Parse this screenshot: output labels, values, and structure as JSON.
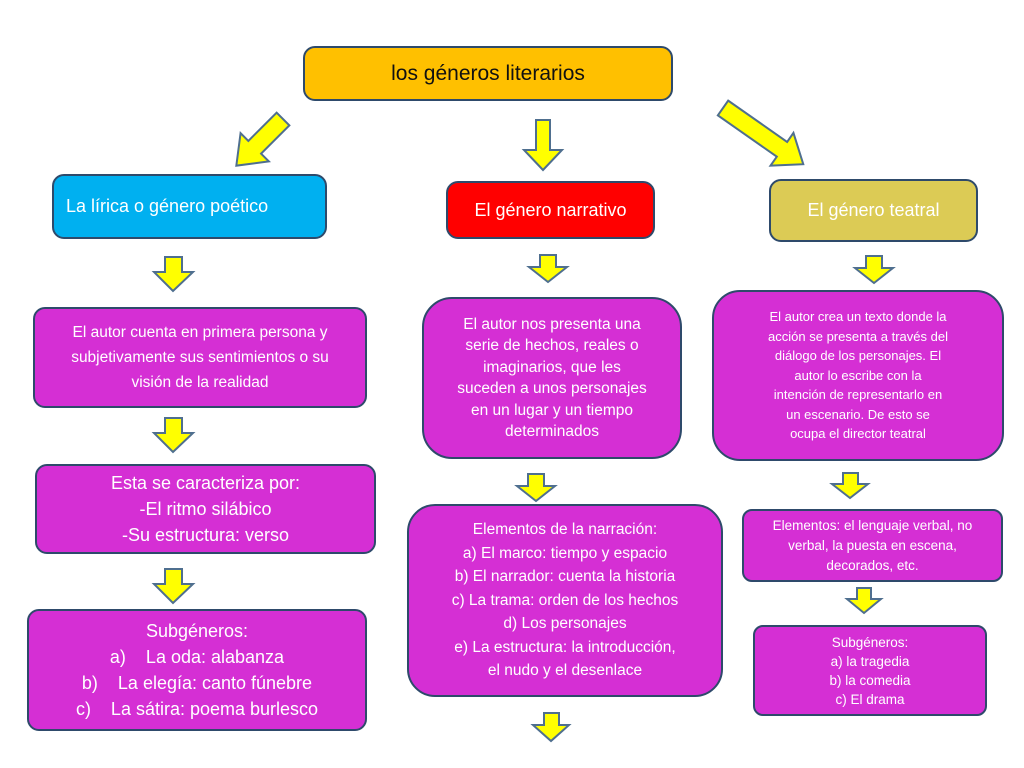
{
  "title": "los géneros literarios",
  "colors": {
    "title_bg": "#ffc000",
    "lyric_bg": "#00b0f0",
    "narrative_bg": "#ff0000",
    "theater_bg": "#dccb55",
    "content_bg": "#d52fd4",
    "arrow_fill": "#ffff00"
  },
  "columns": {
    "lyric": {
      "header": "La lírica o género poético",
      "definition": [
        "El autor cuenta en primera persona y",
        "subjetivamente sus sentimientos o su",
        "visión de la realidad"
      ],
      "features": [
        "Esta se caracteriza por:",
        "-El ritmo silábico",
        "-Su estructura: verso"
      ],
      "subgenres": [
        "Subgéneros:",
        "a)    La oda: alabanza",
        "b)    La elegía: canto fúnebre",
        "c)    La sátira: poema burlesco"
      ]
    },
    "narrative": {
      "header": "El género narrativo",
      "definition": [
        "El autor nos presenta una",
        "serie de hechos, reales o",
        "imaginarios, que les",
        "suceden a unos personajes",
        "en un lugar y un tiempo",
        "determinados"
      ],
      "elements": [
        "Elementos de la narración:",
        "a) El marco: tiempo y espacio",
        "b) El narrador: cuenta la historia",
        "c) La trama: orden de los hechos",
        "d) Los personajes",
        "e) La estructura: la introducción,",
        "el nudo y el desenlace"
      ]
    },
    "theater": {
      "header": "El género teatral",
      "definition": [
        "El autor crea un texto donde la",
        "acción se presenta a través del",
        "diálogo de los personajes. El",
        "autor lo escribe con la",
        "intención de representarlo en",
        "un escenario. De esto se",
        "ocupa el director teatral"
      ],
      "elements": [
        "Elementos: el lenguaje verbal, no",
        "verbal, la puesta en escena,",
        "decorados, etc."
      ],
      "subgenres": [
        "Subgéneros:",
        "a) la tragedia",
        "b) la comedia",
        "c) El drama"
      ]
    }
  }
}
